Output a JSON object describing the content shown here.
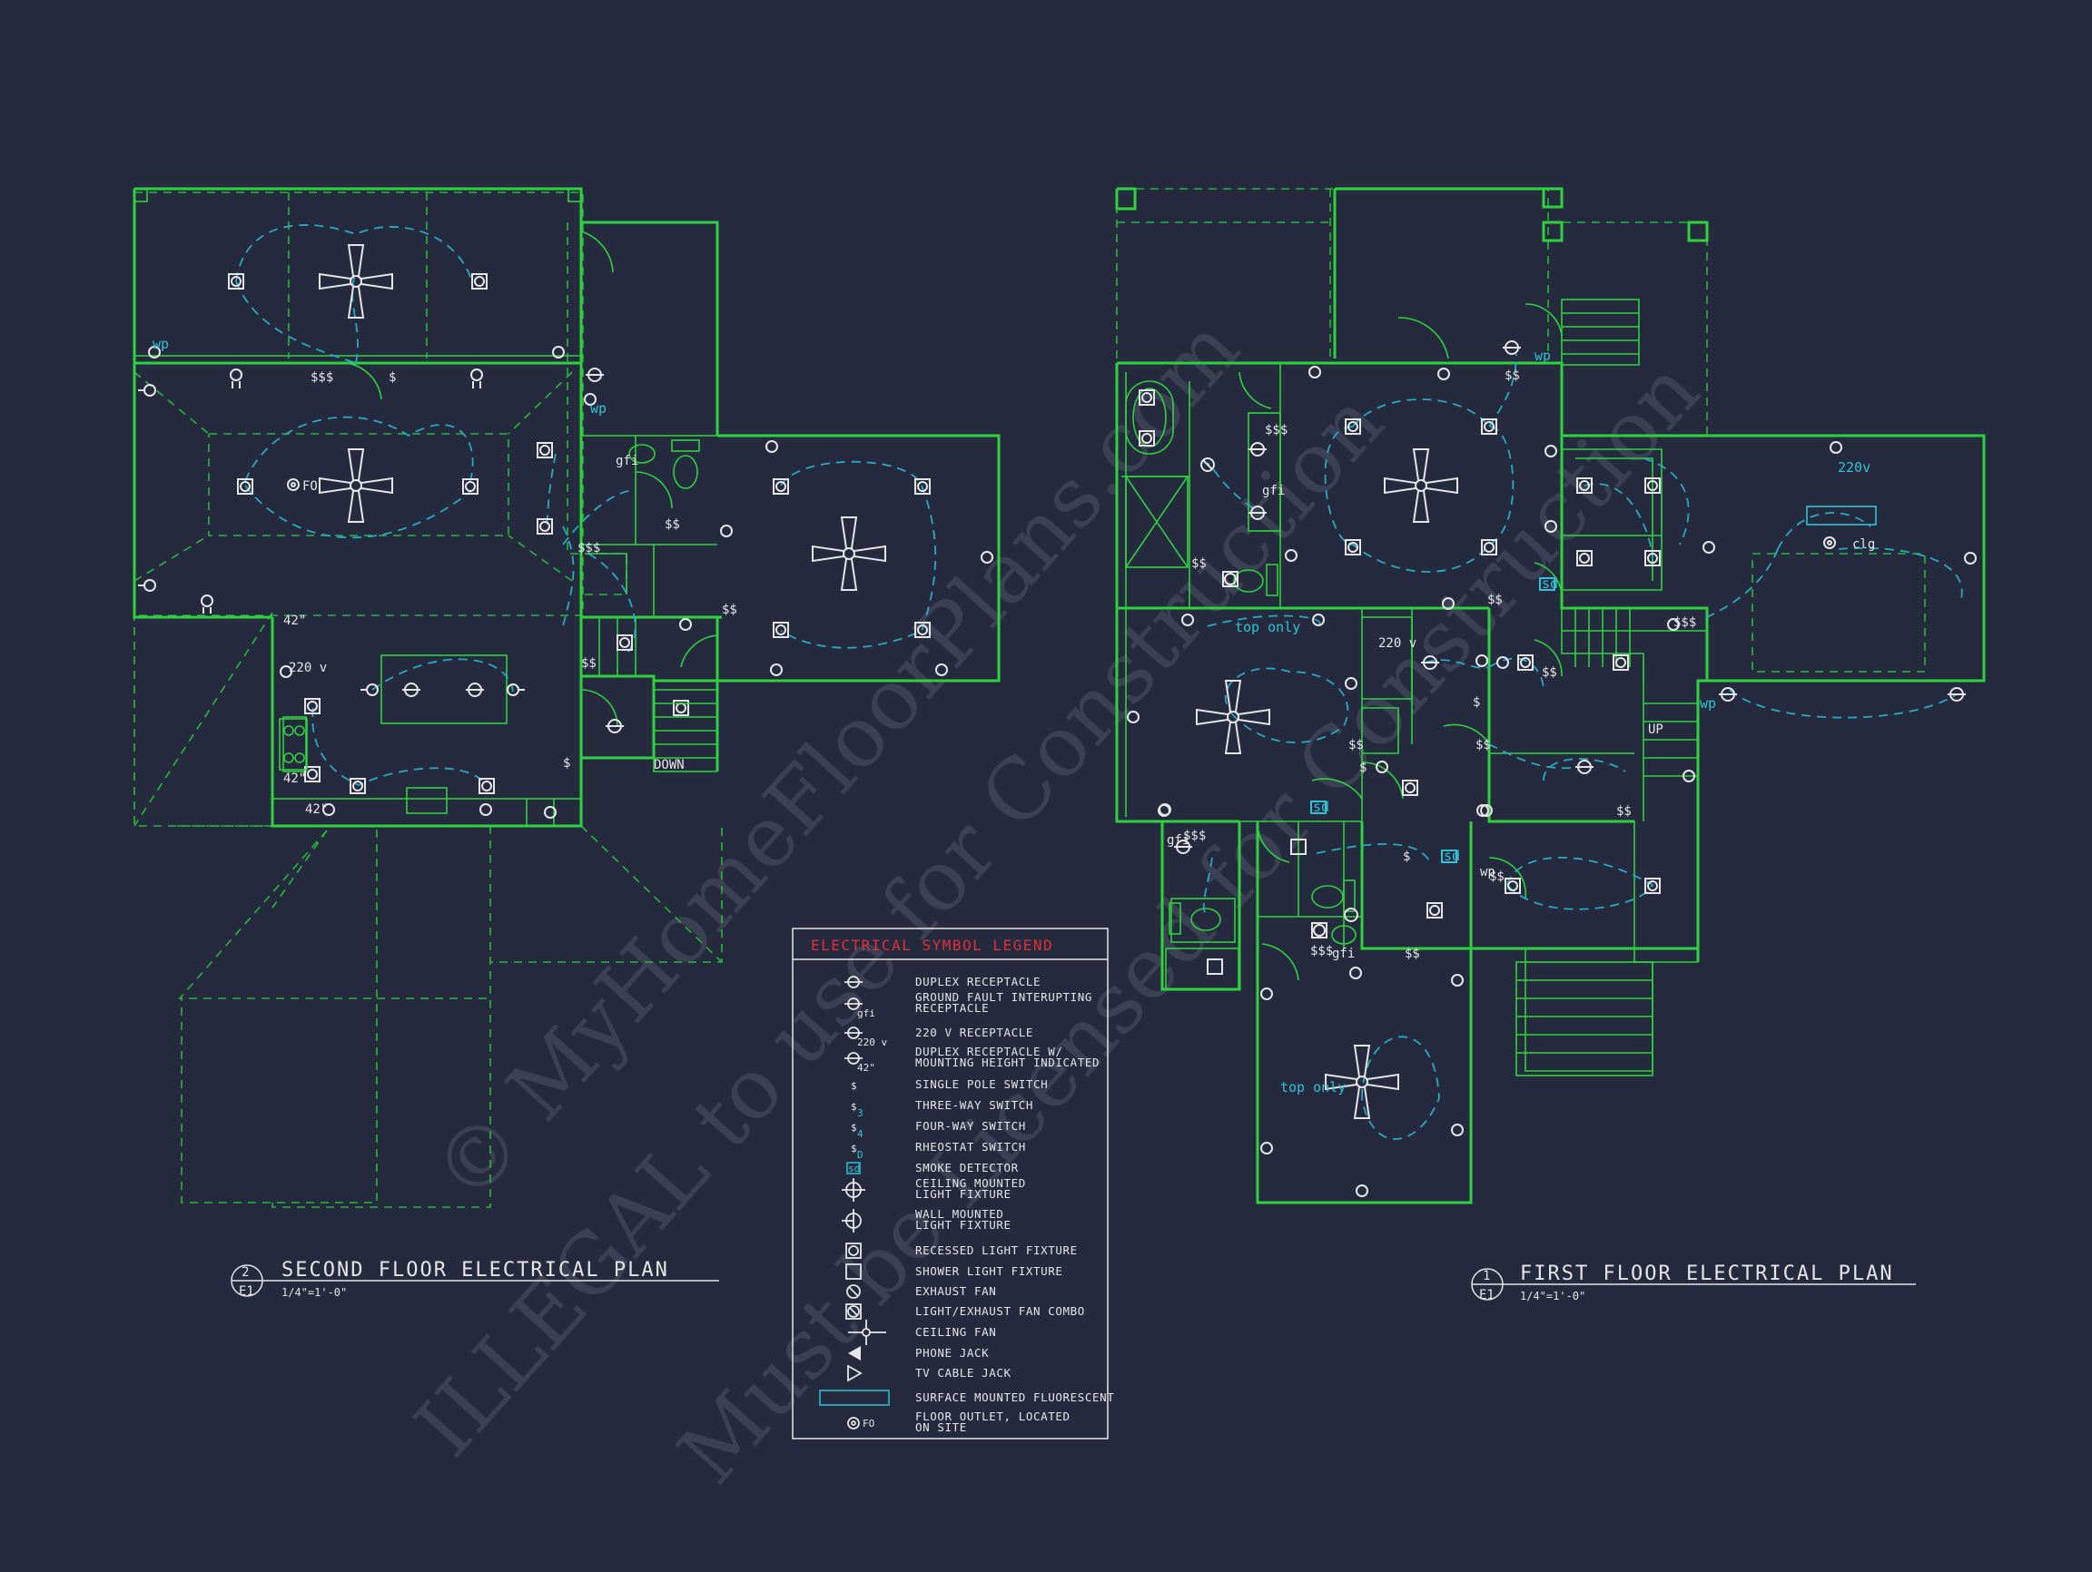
{
  "watermark": {
    "line1": "© MyHomeFloorPlans.com",
    "line2": "ILLEGAL to use for Construction",
    "line3": "Must be Licensed for Construction"
  },
  "plans": [
    {
      "number": "2",
      "sheet": "E1",
      "title": "SECOND FLOOR ELECTRICAL PLAN",
      "scale": "1/4\"=1'-0\""
    },
    {
      "number": "1",
      "sheet": "E1",
      "title": "FIRST FLOOR ELECTRICAL PLAN",
      "scale": "1/4\"=1'-0\""
    }
  ],
  "annotations": {
    "wp": "wp",
    "gfi": "gfi",
    "fo": "FO",
    "down": "DOWN",
    "up": "UP",
    "v220": "220 v",
    "v220b": "220v",
    "h42": "42\"",
    "sd": "sd",
    "clg": "clg",
    "top_only": "top only",
    "sss": "$$$",
    "ss": "$$",
    "s": "$"
  },
  "legend": {
    "title": "ELECTRICAL SYMBOL LEGEND",
    "title_color": "#e0303a",
    "items": [
      {
        "icon": "duplex-receptacle-icon",
        "label": "DUPLEX RECEPTACLE"
      },
      {
        "icon": "gfi-receptacle-icon",
        "label": "GROUND FAULT INTERUPTING",
        "label2": "RECEPTACLE",
        "tag": "gfi"
      },
      {
        "icon": "220v-receptacle-icon",
        "label": "220 V RECEPTACLE",
        "tag": "220 v"
      },
      {
        "icon": "height-receptacle-icon",
        "label": "DUPLEX RECEPTACLE W/",
        "label2": "MOUNTING HEIGHT INDICATED",
        "tag": "42\""
      },
      {
        "icon": "single-pole-switch-icon",
        "label": "SINGLE POLE SWITCH"
      },
      {
        "icon": "three-way-switch-icon",
        "label": "THREE-WAY SWITCH",
        "tag": "3"
      },
      {
        "icon": "four-way-switch-icon",
        "label": "FOUR-WAY SWITCH",
        "tag": "4"
      },
      {
        "icon": "rheostat-switch-icon",
        "label": "RHEOSTAT SWITCH",
        "tag": "D"
      },
      {
        "icon": "smoke-detector-icon",
        "label": "SMOKE DETECTOR",
        "tag": "sd"
      },
      {
        "icon": "ceiling-light-icon",
        "label": "CEILING MOUNTED",
        "label2": "LIGHT FIXTURE"
      },
      {
        "icon": "wall-light-icon",
        "label": "WALL MOUNTED",
        "label2": "LIGHT FIXTURE"
      },
      {
        "icon": "recessed-light-icon",
        "label": "RECESSED LIGHT FIXTURE"
      },
      {
        "icon": "shower-light-icon",
        "label": "SHOWER LIGHT FIXTURE"
      },
      {
        "icon": "exhaust-fan-icon",
        "label": "EXHAUST FAN"
      },
      {
        "icon": "light-exhaust-combo-icon",
        "label": "LIGHT/EXHAUST FAN COMBO"
      },
      {
        "icon": "ceiling-fan-icon",
        "label": "CEILING FAN"
      },
      {
        "icon": "phone-jack-icon",
        "label": "PHONE JACK"
      },
      {
        "icon": "tv-jack-icon",
        "label": "TV CABLE JACK"
      },
      {
        "icon": "fluorescent-icon",
        "label": "SURFACE MOUNTED FLUORESCENT"
      },
      {
        "icon": "floor-outlet-icon",
        "label": "FLOOR OUTLET, LOCATED",
        "label2": "ON SITE",
        "tag": "FO"
      }
    ]
  },
  "colors": {
    "background": "#262a3e",
    "walls": "#2fd13f",
    "circuits": "#2aa9c4",
    "symbols": "#e6e6e6",
    "annotation": "#2ec3d6"
  }
}
